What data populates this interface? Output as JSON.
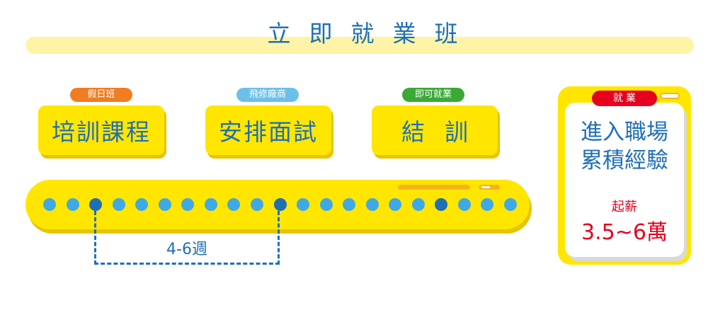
{
  "header": {
    "title": "立即就業班"
  },
  "steps": [
    {
      "label": "培訓課程",
      "tag": "假日班"
    },
    {
      "label": "安排面試",
      "tag": "飛修廠商"
    },
    {
      "label": "結訓",
      "tag": "即可就業"
    }
  ],
  "timeline": {
    "dot_count": 21,
    "highlighted_dots": [
      3,
      11,
      18
    ],
    "duration_label": "4-6週"
  },
  "job_card": {
    "tag": "就業",
    "line1": "進入職場",
    "line2": "累積經驗",
    "salary_label": "起薪",
    "salary_value": "3.5~6萬"
  },
  "colors": {
    "yellow": "#ffe600",
    "blue": "#1f6fb6",
    "light_blue": "#3fa9e8",
    "red": "#e6001e",
    "orange": "#f07d21",
    "green": "#3aa935"
  }
}
